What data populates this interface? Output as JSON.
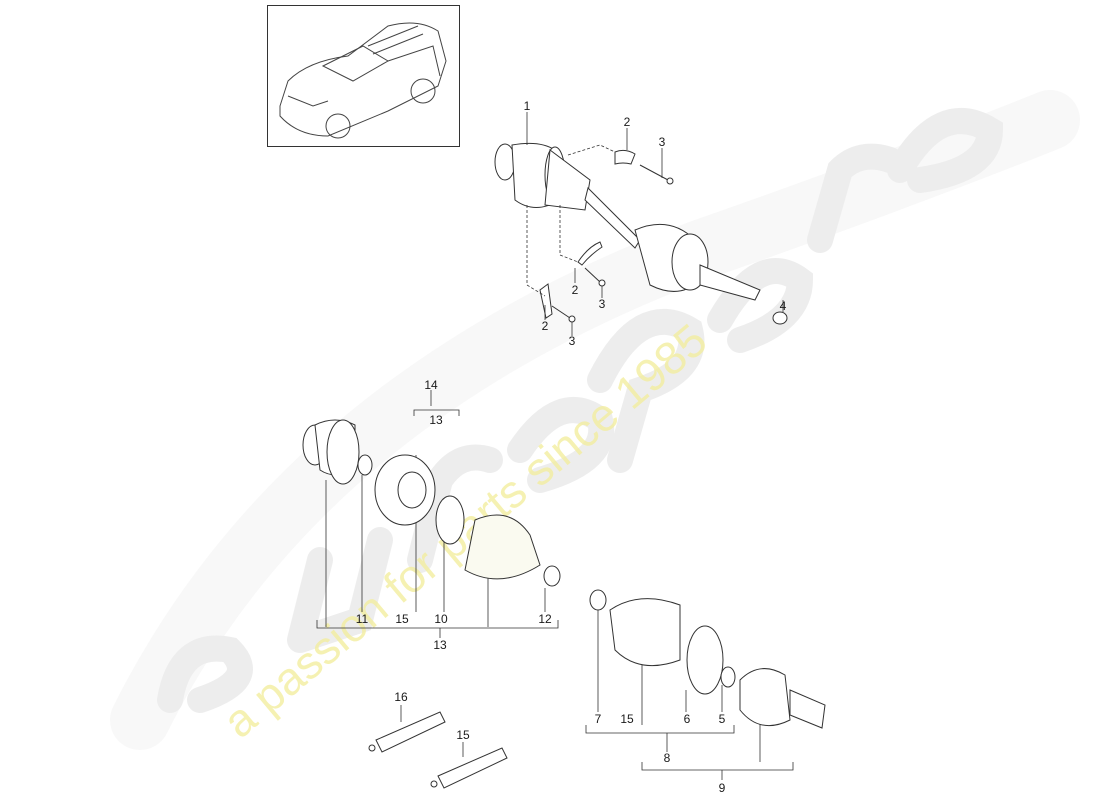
{
  "watermark": {
    "brand": "eurospares",
    "tagline": "a passion for parts since 1985",
    "brand_color": "#e8e8e8",
    "tagline_color": "#f3eea0"
  },
  "thumbnail": {
    "subject": "vehicle-overview-suv"
  },
  "parts": {
    "drive_shaft": {
      "number": "1"
    },
    "heat_shield_a": {
      "number": "2"
    },
    "bolt_a": {
      "number": "3"
    },
    "heat_shield_b": {
      "number": "2"
    },
    "bolt_b": {
      "number": "3"
    },
    "heat_shield_c": {
      "number": "2"
    },
    "bolt_c": {
      "number": "3"
    },
    "collar_nut": {
      "number": "4"
    },
    "circlip_outer": {
      "number": "5"
    },
    "hose_clamp_large_outer": {
      "number": "6"
    },
    "hose_clamp_small_outer": {
      "number": "7"
    },
    "repair_kit_outer": {
      "number": "8"
    },
    "outer_joint_kit": {
      "number": "9"
    },
    "hose_clamp_large_inner": {
      "number": "10"
    },
    "circlip_inner": {
      "number": "11"
    },
    "hose_clamp_small_inner": {
      "number": "12"
    },
    "repair_kit_inner": {
      "number": "13"
    },
    "inner_joint_group": {
      "number": "13"
    },
    "inner_joint_kit": {
      "number": "14"
    },
    "grease_inner": {
      "number": "15"
    },
    "grease_outer": {
      "number": "15"
    },
    "grease_tube_15": {
      "number": "15"
    },
    "grease_tube_16": {
      "number": "16"
    }
  }
}
